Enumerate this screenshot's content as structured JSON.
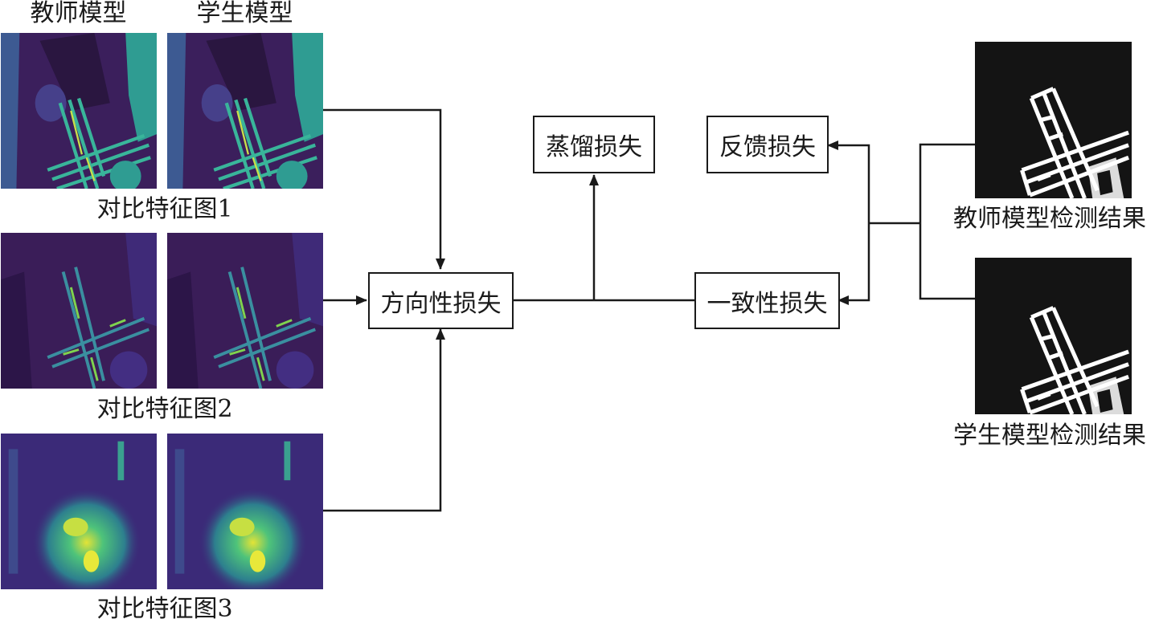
{
  "columns": {
    "teacher": "教师模型",
    "student": "学生模型"
  },
  "feature_maps": [
    {
      "caption": "对比特征图1",
      "style": "fine"
    },
    {
      "caption": "对比特征图2",
      "style": "edges"
    },
    {
      "caption": "对比特征图3",
      "style": "coarse"
    }
  ],
  "losses": {
    "directional": "方向性损失",
    "distillation": "蒸馏损失",
    "feedback": "反馈损失",
    "consistency": "一致性损失"
  },
  "detections": {
    "teacher": "教师模型检测结果",
    "student": "学生模型检测结果"
  },
  "colors": {
    "line": "#1a1a1a",
    "viridis_dark": "#3b1f5c",
    "viridis_mid": "#3a7f8c",
    "viridis_teal": "#2fb39a",
    "viridis_yellow": "#d8e23a",
    "detection_bg": "#141414"
  }
}
